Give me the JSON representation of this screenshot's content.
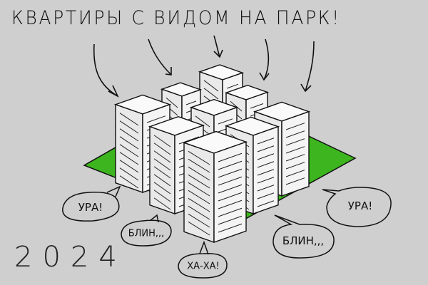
{
  "title": "КВАРТИРЫ С ВИДОМ НА ПАРК!",
  "year": "2024",
  "bubbles": [
    "УРА!",
    "БЛИН,,,",
    "ХА-ХА!",
    "БЛИН,,,",
    "УРА!"
  ],
  "colors": {
    "background": "#cfcfcf",
    "park": "#3db51f",
    "building": "#f2f2f2",
    "ink": "#111111"
  }
}
